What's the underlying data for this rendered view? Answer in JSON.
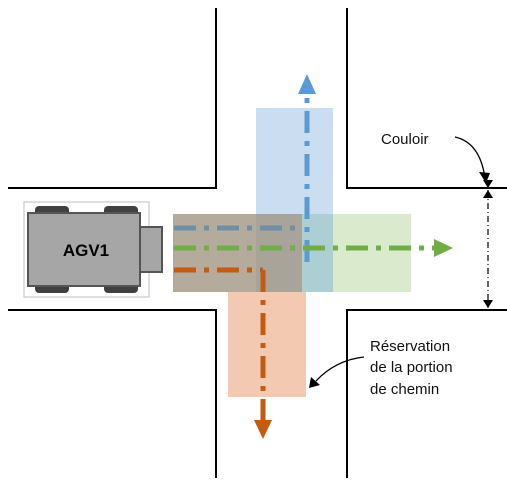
{
  "agv": {
    "label": "AGV1"
  },
  "annotations": {
    "corridor": "Couloir",
    "reservation_line1": "Réservation",
    "reservation_line2": "de la portion",
    "reservation_line3": "de chemin"
  },
  "colors": {
    "walls": "#000000",
    "blue_path": "#5b9bd5",
    "blue_zone": "#c5d9ef",
    "green_path": "#70ad47",
    "green_zone": "#d5e8c8",
    "orange_path": "#c55a11",
    "orange_zone": "#f2c7ad",
    "overlap_zone": "#9f9480",
    "agv_body": "#a6a6a6",
    "agv_wheels": "#404040"
  }
}
